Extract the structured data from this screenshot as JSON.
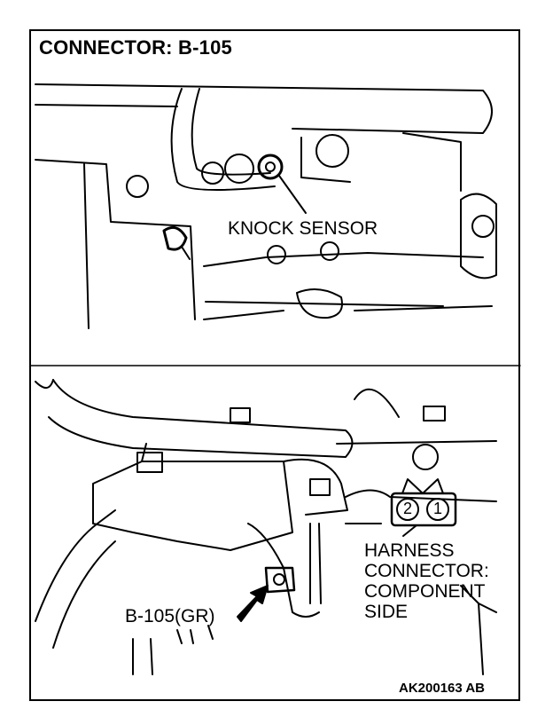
{
  "title": "CONNECTOR: B-105",
  "callouts": {
    "knock_sensor": "KNOCK SENSOR",
    "harness_lines": [
      "HARNESS",
      "CONNECTOR:",
      "COMPONENT",
      "SIDE"
    ],
    "connector_ref": "B-105(GR)"
  },
  "connector_pins": [
    "2",
    "1"
  ],
  "figure_id": "AK200163 AB"
}
